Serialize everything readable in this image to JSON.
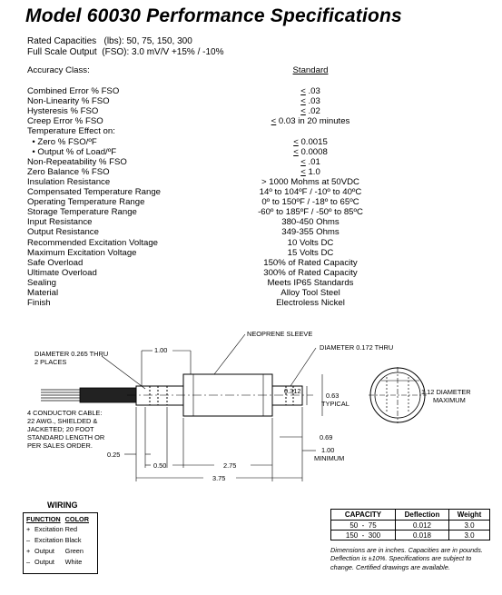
{
  "title": "Model 60030 Performance Specifications",
  "header": {
    "rated_caps_label": "Rated Capacities   (lbs):",
    "rated_caps_value": "50, 75, 150, 300",
    "fso_label": "Full Scale Output  (FSO):",
    "fso_value": "3.0 mV/V +15% / -10%"
  },
  "accuracy": {
    "label": "Accuracy Class:",
    "value": "Standard"
  },
  "specs": [
    {
      "label": "Combined Error % FSO",
      "prefix": "<",
      "value": " .03"
    },
    {
      "label": "Non-Linearity % FSO",
      "prefix": "<",
      "value": " .03"
    },
    {
      "label": "Hysteresis % FSO",
      "prefix": "<",
      "value": " .02"
    },
    {
      "label": "Creep Error % FSO",
      "prefix": "<",
      "value": " 0.03 in 20 minutes"
    },
    {
      "label": "Temperature Effect on:",
      "prefix": "",
      "value": ""
    },
    {
      "label": "  • Zero % FSO/ºF",
      "prefix": "<",
      "value": " 0.0015"
    },
    {
      "label": "  • Output % of Load/ºF",
      "prefix": "<",
      "value": " 0.0008"
    },
    {
      "label": "Non-Repeatability % FSO",
      "prefix": "<",
      "value": " .01"
    },
    {
      "label": "Zero Balance % FSO",
      "prefix": "<",
      "value": " 1.0"
    },
    {
      "label": "Insulation Resistance",
      "prefix": "",
      "value": "> 1000 Mohms at 50VDC"
    },
    {
      "label": "Compensated Temperature Range",
      "prefix": "",
      "value": "14º to 104ºF / -10º to 40ºC"
    },
    {
      "label": "Operating Temperature Range",
      "prefix": "",
      "value": "0º to 150ºF / -18º to 65ºC"
    },
    {
      "label": "Storage Temperature Range",
      "prefix": "",
      "value": "-60º to 185ºF / -50º to 85ºC"
    },
    {
      "label": "Input Resistance",
      "prefix": "",
      "value": "380-450 Ohms"
    },
    {
      "label": "Output Resistance",
      "prefix": "",
      "value": "349-355 Ohms"
    },
    {
      "label": "Recommended Excitation Voltage",
      "prefix": "",
      "value": "10 Volts DC"
    },
    {
      "label": "Maximum Excitation Voltage",
      "prefix": "",
      "value": "15 Volts DC"
    },
    {
      "label": "Safe Overload",
      "prefix": "",
      "value": "150% of Rated Capacity"
    },
    {
      "label": "Ultimate Overload",
      "prefix": "",
      "value": "300% of Rated Capacity"
    },
    {
      "label": "Sealing",
      "prefix": "",
      "value": "Meets IP65 Standards"
    },
    {
      "label": "Material",
      "prefix": "",
      "value": "Alloy Tool Steel"
    },
    {
      "label": "Finish",
      "prefix": "",
      "value": "Electroless Nickel"
    }
  ],
  "drawing": {
    "neoprene": "NEOPRENE SLEEVE",
    "dia_265_l1": "DIAMETER 0.265 THRU",
    "dia_265_l2": "2 PLACES",
    "dim_100_top": "1.00",
    "dia_172": "DIAMETER 0.172 THRU",
    "cable_l1": "4 CONDUCTOR CABLE:",
    "cable_l2": "22 AWG., SHIELDED &",
    "cable_l3": "JACKETED; 20 FOOT",
    "cable_l4": "STANDARD LENGTH OR",
    "cable_l5": "PER SALES ORDER.",
    "dim_0312": "0.312",
    "dim_063": "0.63",
    "typical": "TYPICAL",
    "dim_069": "0.69",
    "dim_100_min": "1.00",
    "minimum": "MINIMUM",
    "dim_025": "0.25",
    "dim_050": "0.50",
    "dim_275": "2.75",
    "dim_375": "3.75",
    "dia_112_l1": "1.12 DIAMETER",
    "dia_112_l2": "MAXIMUM"
  },
  "wiring": {
    "title": "WIRING",
    "headers": [
      "FUNCTION",
      "COLOR"
    ],
    "rows": [
      {
        "sign": "+",
        "function": "Excitation",
        "color": "Red"
      },
      {
        "sign": "–",
        "function": "Excitation",
        "color": "Black"
      },
      {
        "sign": "+",
        "function": "Output",
        "color": "Green"
      },
      {
        "sign": "–",
        "function": "Output",
        "color": "White"
      }
    ]
  },
  "capacity_table": {
    "headers": [
      "CAPACITY",
      "Deflection",
      "Weight"
    ],
    "rows": [
      [
        "50  -  75",
        "0.012",
        "3.0"
      ],
      [
        "150  -  300",
        "0.018",
        "3.0"
      ]
    ]
  },
  "note": "Dimensions are in inches.  Capacities are in pounds.  Deflection is ±10%.  Specifications are subject to change.  Certified drawings are available."
}
